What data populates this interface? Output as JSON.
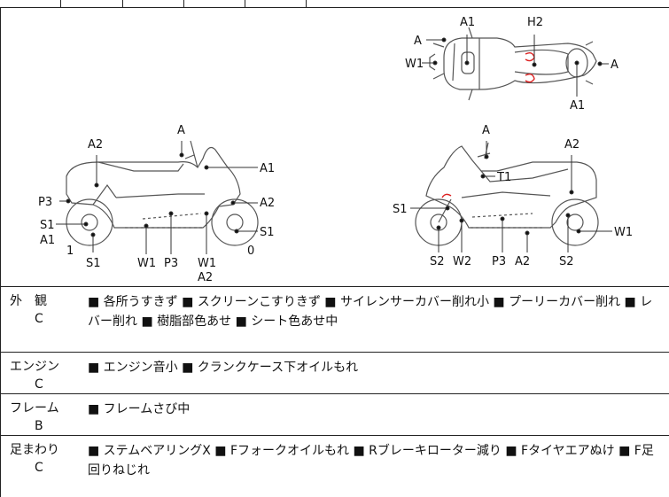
{
  "diagram": {
    "top_view": {
      "labels": [
        "A1",
        "H2",
        "A",
        "W1",
        "A",
        "A1"
      ]
    },
    "left_side_view": {
      "labels": [
        "A",
        "A2",
        "A1",
        "P3",
        "A2",
        "S1",
        "S1",
        "A1",
        "1",
        "S1",
        "W1",
        "P3",
        "W1",
        "A2",
        "0"
      ]
    },
    "right_side_view": {
      "labels": [
        "A",
        "A2",
        "T1",
        "S1",
        "W1",
        "S2",
        "W2",
        "P3",
        "A2",
        "S2"
      ]
    }
  },
  "inspection": [
    {
      "category": "外　観",
      "grade": "C",
      "notes": "■ 各所うすきず ■ スクリーンこすりきず ■ サイレンサーカバー削れ小 ■ プーリーカバー削れ ■ レバー削れ ■ 樹脂部色あせ ■ シート色あせ中"
    },
    {
      "category": "エンジン",
      "grade": "C",
      "notes": "■ エンジン音小 ■ クランクケース下オイルもれ"
    },
    {
      "category": "フレーム",
      "grade": "B",
      "notes": "■ フレームさび中"
    },
    {
      "category": "足まわり",
      "grade": "C",
      "notes": "■ ステムベアリングX ■ Fフォークオイルもれ ■ Rブレーキローター減り ■ Fタイヤエアぬけ ■ F足回りねじれ"
    }
  ]
}
